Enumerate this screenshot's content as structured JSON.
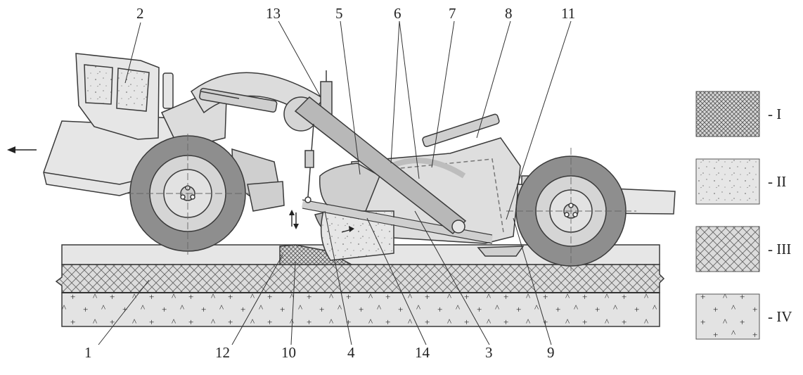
{
  "callouts": [
    "1",
    "2",
    "3",
    "4",
    "5",
    "6",
    "7",
    "8",
    "9",
    "10",
    "11",
    "12",
    "13",
    "14"
  ],
  "legend": [
    {
      "label": "- I",
      "pattern": "dense-crosshatch"
    },
    {
      "label": "- II",
      "pattern": "speckled"
    },
    {
      "label": "- III",
      "pattern": "crosshatch"
    },
    {
      "label": "- IV",
      "pattern": "plus-caret"
    }
  ],
  "colors": {
    "line": "#3a3a3a",
    "body": "#e6e6e6",
    "body_dark": "#cfcfcf",
    "tire": "#8e8e8e",
    "ground": "#dcdcdc",
    "bucket_soil": "#e2e2e2"
  },
  "icons": [
    "direction-arrow-left",
    "up-down-arrows"
  ]
}
